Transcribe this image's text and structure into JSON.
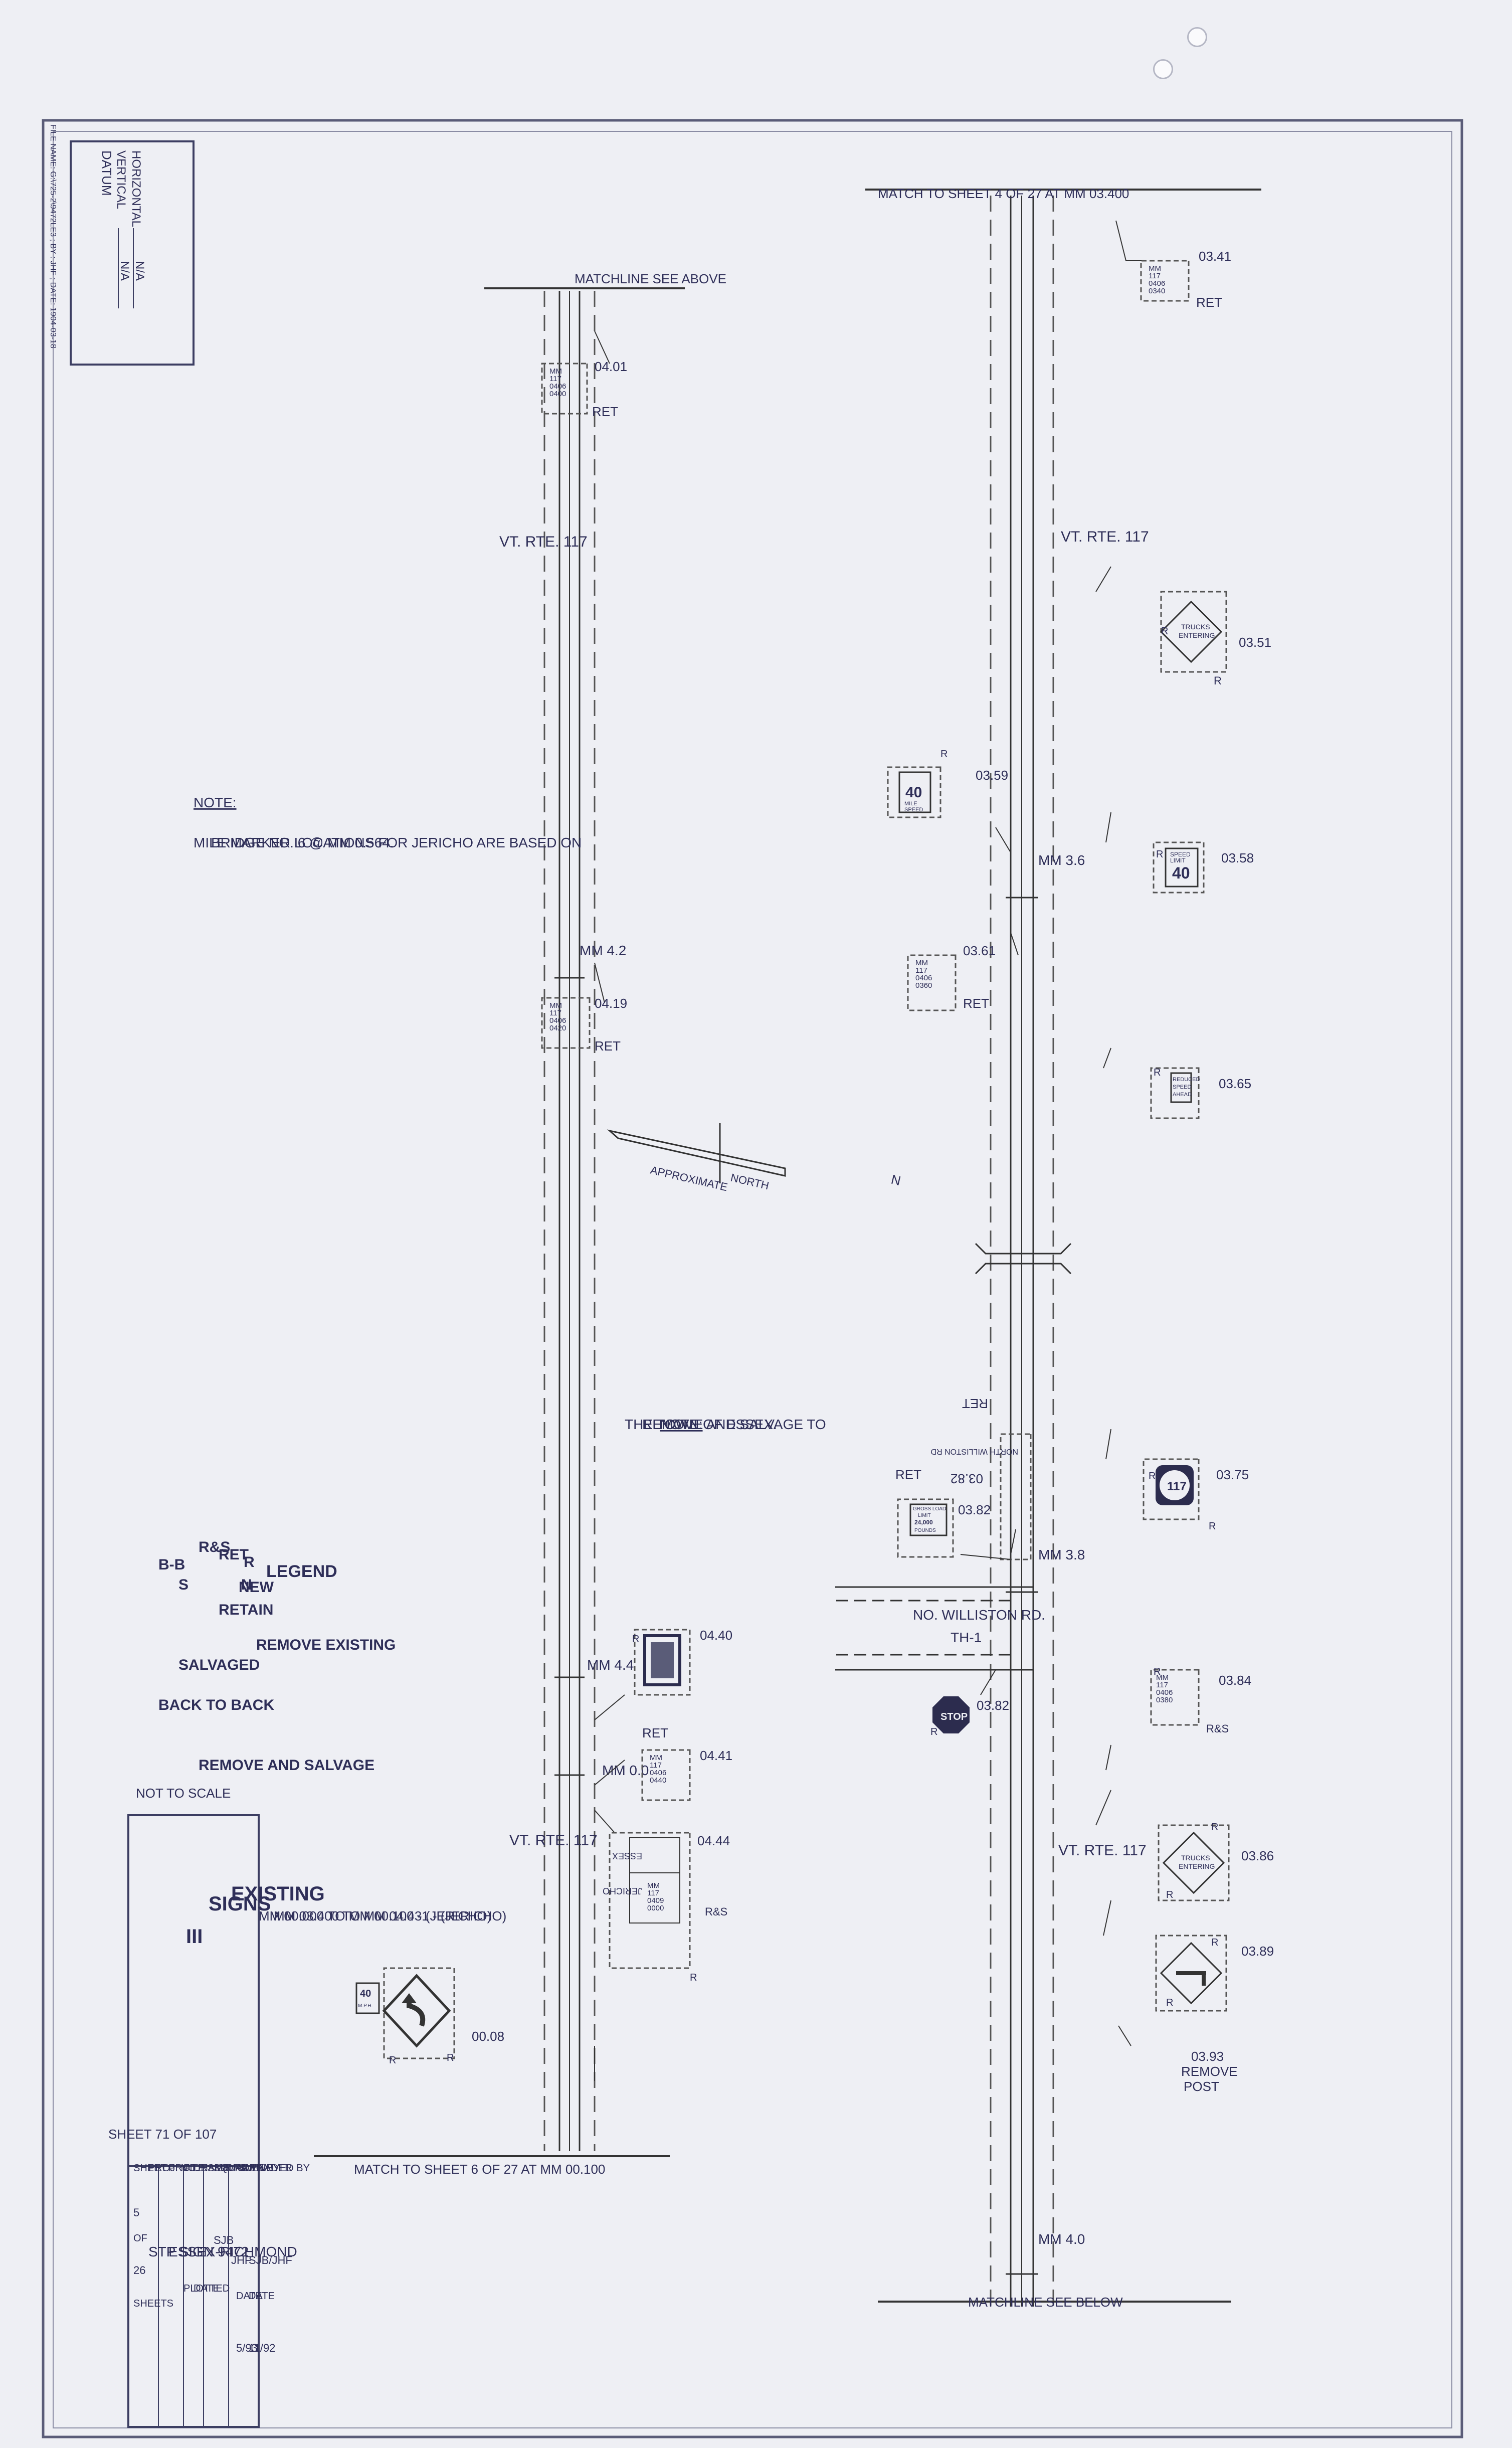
{
  "header": {
    "file_info": "FILE NAME: G:\\725-2\\9472LE3 ; BY : JHF ; DATE: 1904-03-18"
  },
  "datum": {
    "title": "DATUM",
    "vertical_label": "VERTICAL",
    "vertical_value": "N/A",
    "horizontal_label": "HORIZONTAL",
    "horizontal_value": "N/A"
  },
  "matchlines": {
    "top_right": "MATCH TO SHEET 4 OF 27 AT MM 03.400",
    "top_left": "MATCHLINE SEE ABOVE",
    "bottom_left": "MATCH TO SHEET 6 OF 27 AT MM 00.100",
    "bottom_right": "MATCHLINE SEE BELOW"
  },
  "roads": {
    "route": "VT. RTE. 117",
    "cross_road": "NO. WILLISTON RD.",
    "cross_road_id": "TH-1"
  },
  "mile_markers": {
    "mm36": "MM 3.6",
    "mm38": "MM 3.8",
    "mm40": "MM 4.0",
    "mm42": "MM 4.2",
    "mm44": "MM 4.4",
    "mm00": "MM 0.0"
  },
  "north_arrow": {
    "approx": "APPROXIMATE",
    "north": "NORTH",
    "n": "N"
  },
  "notes": {
    "note_label": "NOTE:",
    "note1_line1": "MILE MARKER LOCATIONS FOR JERICHO ARE BASED ON",
    "note1_line2": "BRIDGE NO. 6 @ MM 0.564.",
    "note2_line1": "REMOVE AND SALVAGE TO",
    "note2_line2": "THE TOWN OF ESSEX."
  },
  "signs": {
    "s0341": {
      "station": "03.41",
      "code": "RET",
      "lines": [
        "MM",
        "117",
        "0406",
        "0340"
      ]
    },
    "s0351": {
      "station": "03.51",
      "code": "R",
      "lines": [
        "TRUCKS",
        "ENTERING"
      ]
    },
    "s0358": {
      "station": "03.58",
      "code": "R",
      "lines": [
        "SPEED",
        "LIMIT",
        "40"
      ]
    },
    "s0359": {
      "station": "03.59",
      "code": "R",
      "lines": [
        "MILE",
        "SPEED",
        "40"
      ]
    },
    "s0361": {
      "station": "03.61",
      "code": "RET",
      "lines": [
        "MM",
        "117",
        "0406",
        "0360"
      ]
    },
    "s0365": {
      "station": "03.65",
      "code": "R",
      "lines": [
        "REDUCED",
        "SPEED",
        "AHEAD"
      ]
    },
    "s0375": {
      "station": "03.75",
      "code": "R",
      "lines": [
        "117"
      ]
    },
    "s0382a": {
      "station": "03.82",
      "code": "RET",
      "lines": [
        "NORTH WILLISTON RD"
      ]
    },
    "s0382b": {
      "station": "03.82",
      "code": "RET",
      "lines": [
        "GROSS LOAD",
        "LIMIT",
        "24,000",
        "POUNDS"
      ]
    },
    "s0382c": {
      "station": "03.82",
      "code": "R",
      "lines": [
        "STOP"
      ]
    },
    "s0384": {
      "station": "03.84",
      "code": "R&S",
      "lines": [
        "MM",
        "117",
        "0406",
        "0380"
      ]
    },
    "s0386": {
      "station": "03.86",
      "code": "R",
      "lines": [
        "TRUCKS",
        "ENTERING"
      ]
    },
    "s0389": {
      "station": "03.89",
      "code": "R",
      "lines": []
    },
    "s0393": {
      "station": "03.93",
      "code": "REMOVE",
      "code2": "POST",
      "lines": []
    },
    "s0401": {
      "station": "04.01",
      "code": "RET",
      "lines": [
        "MM",
        "117",
        "0406",
        "0400"
      ]
    },
    "s0419": {
      "station": "04.19",
      "code": "RET",
      "lines": [
        "MM",
        "117",
        "0406",
        "0420"
      ]
    },
    "s0440": {
      "station": "04.40",
      "code": "R",
      "lines": []
    },
    "s0441": {
      "station": "04.41",
      "code": "RET",
      "lines": [
        "MM",
        "117",
        "0406",
        "0440"
      ]
    },
    "s0444": {
      "station": "04.44",
      "code": "R&S",
      "code2": "R",
      "lines": [
        "ESSEX",
        "JERICHO",
        "MM",
        "117",
        "0409",
        "0000"
      ]
    },
    "s0008": {
      "station": "00.08",
      "code": "R",
      "lines": [
        "40",
        "M.P.H."
      ]
    }
  },
  "legend": {
    "title": "LEGEND",
    "items": [
      {
        "code": "R",
        "desc": "REMOVE EXISTING"
      },
      {
        "code": "N",
        "desc": "NEW"
      },
      {
        "code": "RET",
        "desc": "RETAIN"
      },
      {
        "code": "R&S",
        "desc": "REMOVE AND SALVAGE"
      },
      {
        "code": "S",
        "desc": "SALVAGED"
      },
      {
        "code": "B-B",
        "desc": "BACK TO BACK"
      }
    ],
    "scale": "NOT TO SCALE"
  },
  "title_block": {
    "title1": "EXISTING",
    "title2": "SIGNS",
    "title3": "III",
    "range1": "MM 03.400 TO MM 04.431 - (JERICHO)",
    "range2": "MM 00.000 TO MM 00.100 - (JERICHO)",
    "surveyed_label": "SURVEYED BY",
    "surveyed_value": "SJB/JHF",
    "drawn_label": "DRAWN BY",
    "drawn_value": "JHF",
    "squad_label": "SQUAD LEADER",
    "squad_value": "SJB",
    "date_label": "DATE",
    "date1_value": "11/92",
    "date2_value": "5/93",
    "design_file_label": "DESIGN FILE NO.",
    "plot_label": "PLOTTED",
    "file_label": "FILE",
    "proj_name_label": "PROJ. NAME",
    "proj_name_value": "ESSEX-RICHMOND",
    "proj_no_label": "PROJ. NO.",
    "proj_no_value": "STP SIGN 9472",
    "sheet_label": "SHEET",
    "sheet_value": "5",
    "of_label": "OF",
    "of_value": "26",
    "sheets_label": "SHEETS",
    "overall": "SHEET 71 OF 107"
  }
}
